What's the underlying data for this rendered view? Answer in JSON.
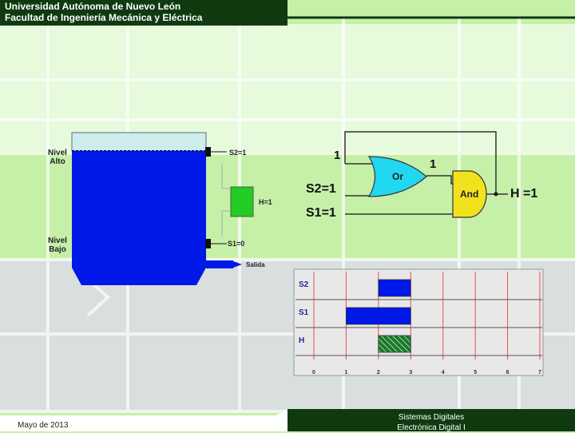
{
  "header": {
    "line1": "Universidad Autónoma de Nuevo León",
    "line2": "Facultad de Ingeniería Mecánica y Eléctrica"
  },
  "footer": {
    "date": "Mayo de 2013",
    "course_line1": "Sistemas Digitales",
    "course_line2": "Electrónica Digital I"
  },
  "tank": {
    "high_level_label": "Nivel Alto",
    "low_level_label": "Nivel Bajo",
    "s2_label": "S2=1",
    "s1_label": "S1=0",
    "h_label": "H=1",
    "output_label": "Salida",
    "water_color": "#0018e8",
    "empty_color": "#cdecec",
    "valve_color": "#22cc22"
  },
  "logic": {
    "feedback_value": "1",
    "or_output_value": "1",
    "s2_input": "S2=1",
    "s1_input": "S1=1",
    "or_gate_label": "Or",
    "and_gate_label": "And",
    "output": "H =1",
    "or_color": "#22d8f0",
    "and_color": "#f2e21e"
  },
  "chart_data": {
    "type": "timing",
    "signals": [
      {
        "name": "S2",
        "high_intervals": [
          [
            2,
            3
          ]
        ],
        "color": "#0018e8"
      },
      {
        "name": "S1",
        "high_intervals": [
          [
            1,
            3
          ]
        ],
        "color": "#0018e8"
      },
      {
        "name": "H",
        "high_intervals": [
          [
            2,
            3
          ]
        ],
        "color": "#1a7a2a",
        "pattern": "hatched"
      }
    ],
    "x_ticks": [
      "0",
      "1",
      "2",
      "3",
      "4",
      "5",
      "6",
      "7"
    ],
    "xlim": [
      0,
      7
    ]
  }
}
